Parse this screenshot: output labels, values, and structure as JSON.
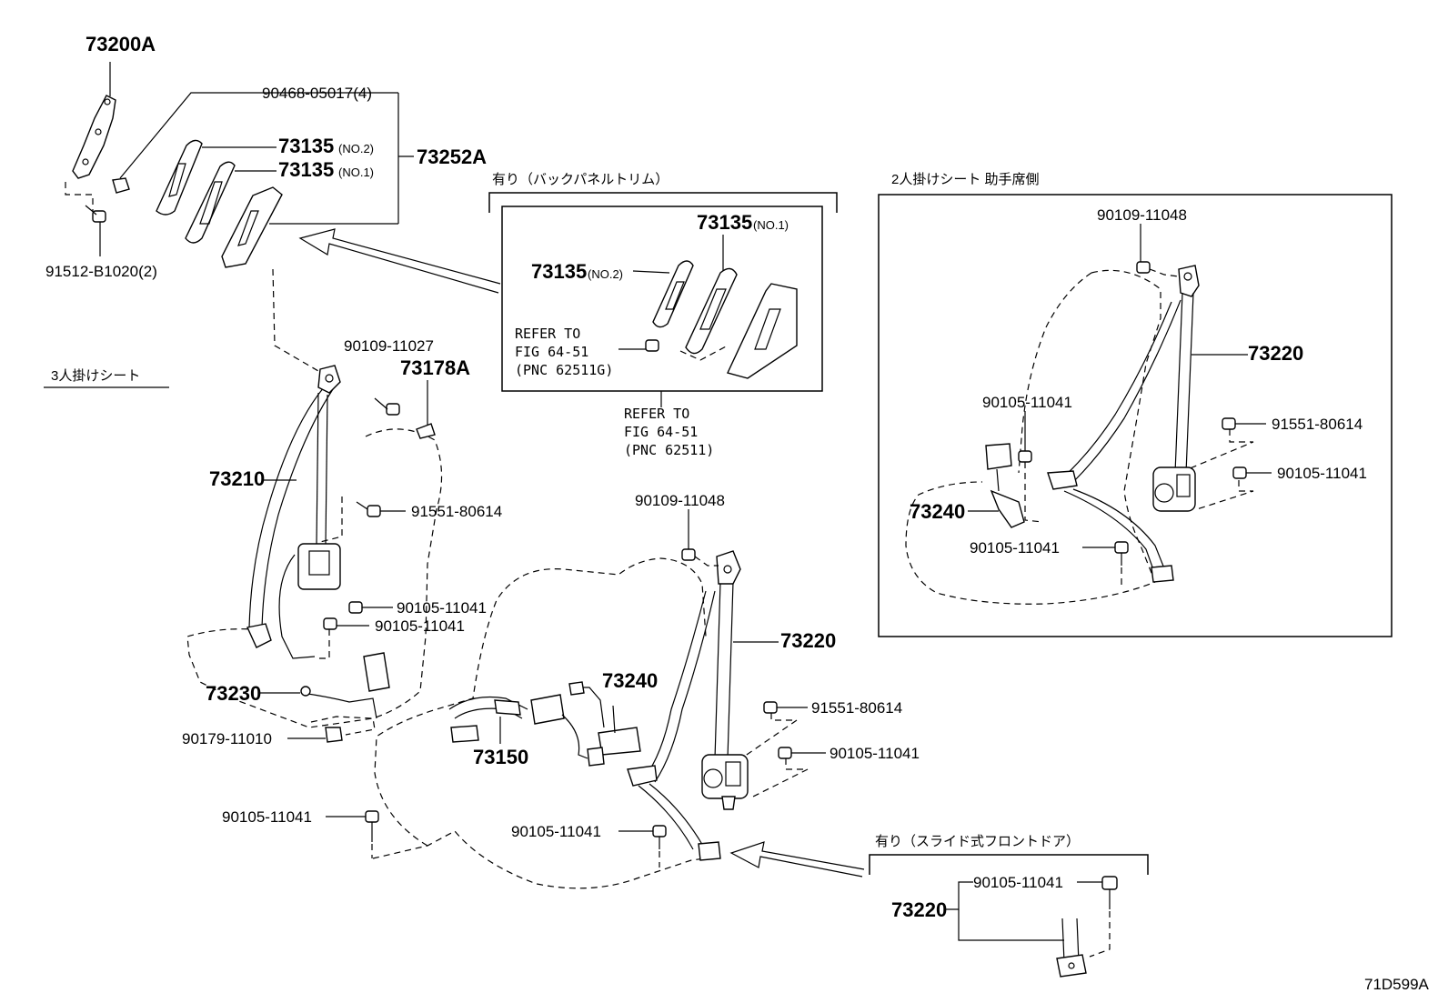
{
  "diagram": {
    "code": "71D599A",
    "sections": {
      "three_seat": "3人掛けシート",
      "two_seat_passenger": "2人掛けシート 助手席側",
      "back_panel_trim": "有り（バックパネルトリム）",
      "slide_front_door": "有り（スライド式フロントドア）"
    },
    "labels": {
      "p73200A": "73200A",
      "p90468": "90468-05017(4)",
      "p73135_no2": "73135",
      "no2": "(NO.2)",
      "p73135_no1": "73135",
      "no1": "(NO.1)",
      "p73252A": "73252A",
      "p91512": "91512-B1020(2)",
      "inset_73135_no1": "73135",
      "inset_no1": "(NO.1)",
      "inset_73135_no2": "73135",
      "inset_no2": "(NO.2)",
      "refer_a1": "REFER TO",
      "refer_a2": "FIG 64-51",
      "refer_a3": "(PNC 62511G)",
      "refer_b1": "REFER TO",
      "refer_b2": "FIG 64-51",
      "refer_b3": "(PNC 62511)",
      "l90109_11027": "90109-11027",
      "l73178A": "73178A",
      "l73210": "73210",
      "l91551_a": "91551-80614",
      "l90105_a": "90105-11041",
      "l90105_b": "90105-11041",
      "l73230": "73230",
      "l90179": "90179-11010",
      "l90105_c": "90105-11041",
      "l90109_11048_c": "90109-11048",
      "l73240_c": "73240",
      "l73150": "73150",
      "l73220_c": "73220",
      "l91551_c": "91551-80614",
      "l90105_d": "90105-11041",
      "l90105_e": "90105-11041",
      "r90109_11048": "90109-11048",
      "r73220": "73220",
      "r90105_a": "90105-11041",
      "r91551": "91551-80614",
      "r90105_b": "90105-11041",
      "r73240": "73240",
      "r90105_c": "90105-11041",
      "s90105": "90105-11041",
      "s73220": "73220"
    }
  }
}
